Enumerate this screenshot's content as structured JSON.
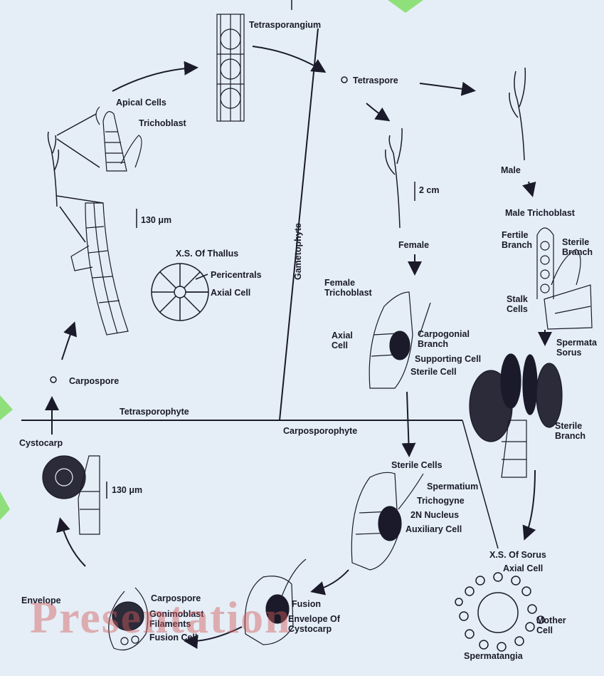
{
  "colors": {
    "background": "#eaf1f8",
    "ink": "#1a1a2a",
    "accent": "#8fe07a",
    "watermark": "#d25a5a"
  },
  "labels": {
    "tetrasporangium": "Tetrasporangium",
    "tetraspore": "Tetraspore",
    "apical_cells": "Apical Cells",
    "trichoblast": "Trichoblast",
    "scale_130_top": "130 μm",
    "xs_thallus": "X.S. Of Thallus",
    "pericentrals": "Pericentrals",
    "axial_cell_thallus": "Axial Cell",
    "carpospore_left": "Carpospore",
    "gametophyte": "Gametophyte",
    "tetrasporophyte": "Tetrasporophyte",
    "carposporophyte": "Carposporophyte",
    "scale_2cm": "2 cm",
    "female": "Female",
    "male": "Male",
    "male_trichoblast": "Male Trichoblast",
    "fertile_branch": "Fertile\nBranch",
    "sterile_branch_top": "Sterile\nBranch",
    "stalk_cells": "Stalk\nCells",
    "female_trichoblast": "Female\nTrichoblast",
    "axial_cell_female": "Axial\nCell",
    "carpogonial_branch": "Carpogonial\nBranch",
    "supporting_cell": "Supporting Cell",
    "sterile_cell": "Sterile Cell",
    "spermata_sorus": "Spermata\nSorus",
    "sterile_branch_bottom": "Sterile\nBranch",
    "cystocarp": "Cystocarp",
    "scale_130_bottom": "130 μm",
    "sterile_cells": "Sterile Cells",
    "spermatium": "Spermatium",
    "trichogyne": "Trichogyne",
    "nucleus_2n": "2N Nucleus",
    "auxiliary_cell": "Auxiliary Cell",
    "xs_sorus": "X.S. Of Sorus",
    "axial_cell_sorus": "Axial Cell",
    "mother_cell": "Mother\nCell",
    "spermatangia": "Spermatangia",
    "envelope": "Envelope",
    "carpospore_bottom": "Carpospore",
    "gonimoblast": "Gonimoblast\nFilaments",
    "fusion_cell": "Fusion Cell",
    "fusion": "Fusion",
    "envelope_cystocarp": "Envelope Of\nCystocarp",
    "watermark": "Presentation"
  }
}
